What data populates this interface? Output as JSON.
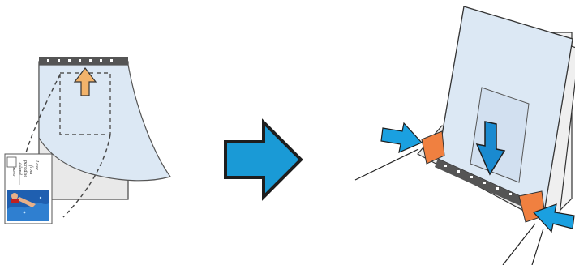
{
  "figure": {
    "postcard_lines": [
      "Love",
      "from",
      "paradise",
      "island",
      "xoxo"
    ]
  },
  "colors": {
    "sheet_blue": "#dce8f4",
    "sheet_outline": "#555555",
    "holder_strip": "#555555",
    "up_arrow": "#f2b36b",
    "big_arrow": "#1a9ad6",
    "down_arrow": "#1a8ad0",
    "side_arrows": "#1aa0e0",
    "guide_orange": "#f08040",
    "scanner_gray": "#e6e6e6"
  },
  "icons": {
    "up_arrow": "up-arrow-icon",
    "process_arrow": "right-arrow-icon",
    "down_arrow": "down-arrow-icon",
    "side_arrows": "push-arrow-icon"
  }
}
